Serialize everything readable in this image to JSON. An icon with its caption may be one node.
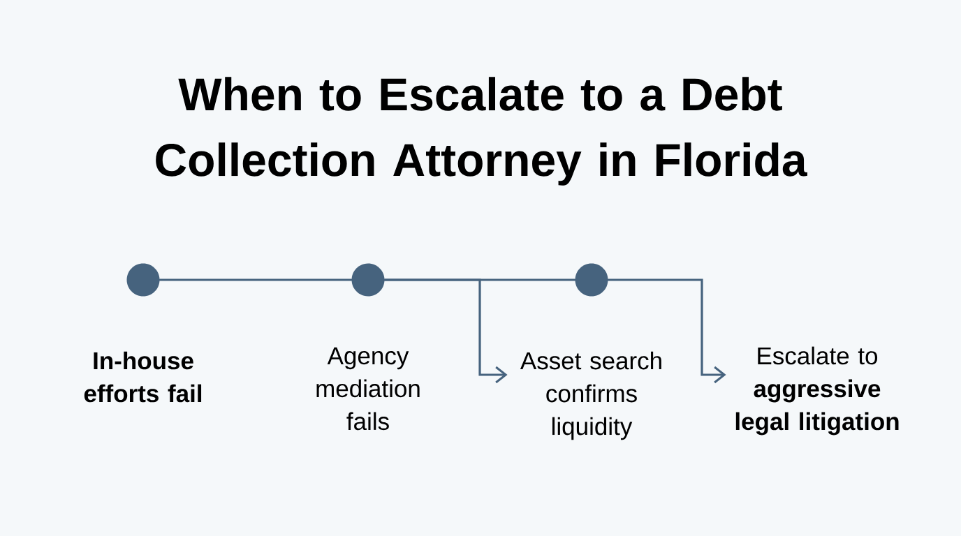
{
  "diagram": {
    "title": "When to Escalate to a Debt Collection Attorney in Florida",
    "nodes": [
      {
        "text": [],
        "shape": "circle",
        "beside": [
          "In-house efforts fail"
        ]
      },
      {
        "text": [],
        "shape": "circle",
        "beside": [
          "Agency mediation fails"
        ]
      },
      {
        "text": [],
        "shape": "circle"
      },
      {
        "text": [
          "Asset search confirms liquidity"
        ]
      },
      {
        "text": [
          "Escalate to **aggressive legal litigation**"
        ]
      }
    ],
    "edges": [
      {
        "from": 0,
        "to": 1,
        "arrow": "none"
      },
      {
        "from": 1,
        "to": 2,
        "arrow": "none"
      },
      {
        "from": 1,
        "to": 3,
        "arrow": "to"
      },
      {
        "from": 2,
        "to": 4,
        "arrow": "to"
      }
    ]
  }
}
